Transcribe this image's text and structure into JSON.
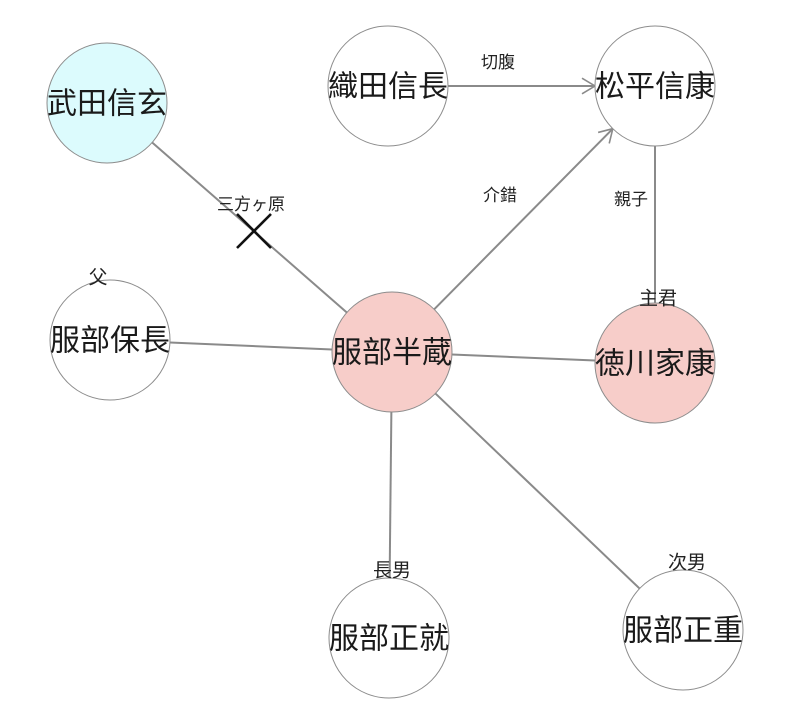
{
  "colors": {
    "highlight": "#f7cdc9",
    "enemy": "#dcfbfd",
    "plain": "#ffffff"
  },
  "nodes": [
    {
      "id": "hanzo",
      "label": "服部半蔵",
      "role": "",
      "kind": "highlight"
    },
    {
      "id": "ieyasu",
      "label": "徳川家康",
      "role": "主君",
      "kind": "highlight"
    },
    {
      "id": "nobuyasu",
      "label": "松平信康",
      "role": "",
      "kind": "plain"
    },
    {
      "id": "nobunaga",
      "label": "織田信長",
      "role": "",
      "kind": "plain"
    },
    {
      "id": "shingen",
      "label": "武田信玄",
      "role": "",
      "kind": "enemy"
    },
    {
      "id": "yasunaga",
      "label": "服部保長",
      "role": "父",
      "kind": "plain"
    },
    {
      "id": "masanari",
      "label": "服部正就",
      "role": "長男",
      "kind": "plain"
    },
    {
      "id": "masashige",
      "label": "服部正重",
      "role": "次男",
      "kind": "plain"
    }
  ],
  "edges": [
    {
      "from": "nobunaga",
      "to": "nobuyasu",
      "label": "切腹",
      "marker": "arrow"
    },
    {
      "from": "hanzo",
      "to": "nobuyasu",
      "label": "介錯",
      "marker": "arrow"
    },
    {
      "from": "nobuyasu",
      "to": "ieyasu",
      "label": "親子",
      "marker": "none"
    },
    {
      "from": "shingen",
      "to": "hanzo",
      "label": "三方ヶ原",
      "marker": "cross"
    },
    {
      "from": "yasunaga",
      "to": "hanzo",
      "label": "",
      "marker": "none"
    },
    {
      "from": "hanzo",
      "to": "ieyasu",
      "label": "",
      "marker": "none"
    },
    {
      "from": "hanzo",
      "to": "masanari",
      "label": "",
      "marker": "none"
    },
    {
      "from": "hanzo",
      "to": "masashige",
      "label": "",
      "marker": "none"
    }
  ]
}
